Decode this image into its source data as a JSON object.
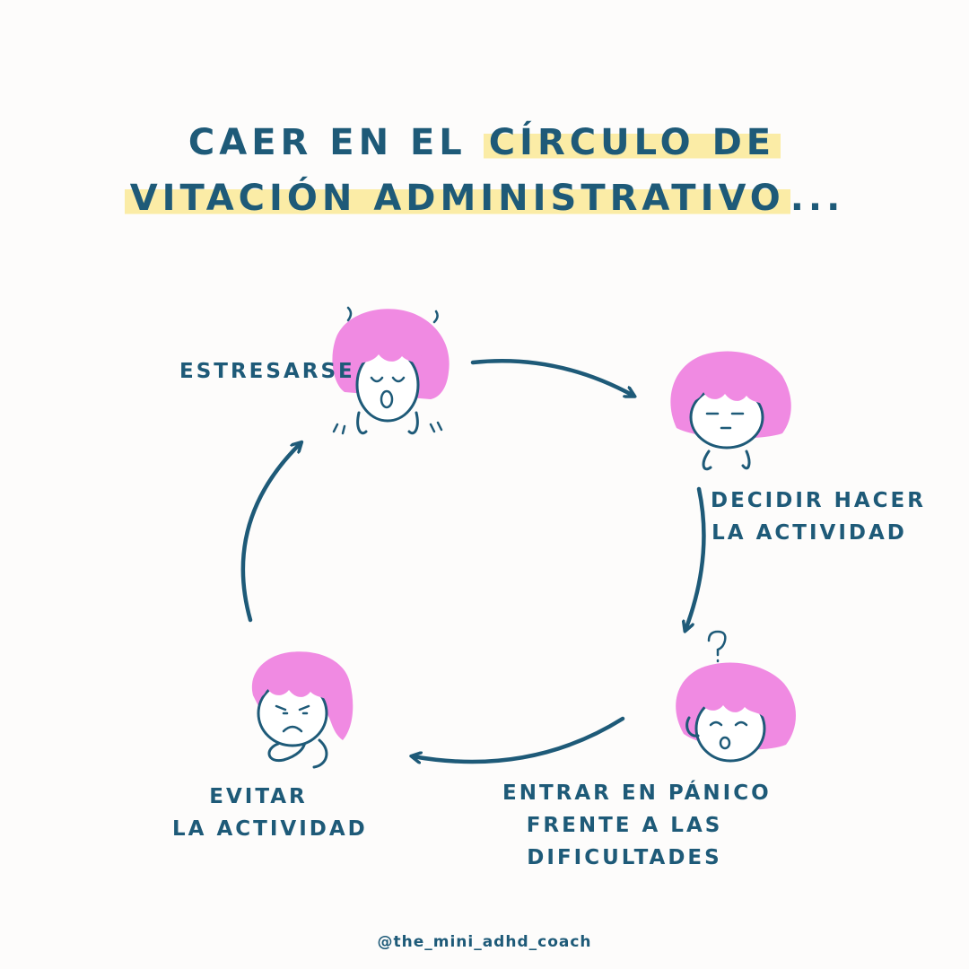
{
  "title": {
    "line1_plain": "Caer en el ",
    "line1_highlight": "círculo de",
    "line2_highlight": "vitación administrativo",
    "line2_suffix": "..."
  },
  "steps": [
    {
      "label_lines": [
        "Estresarse"
      ]
    },
    {
      "label_lines": [
        "Decidir hacer",
        "la actividad"
      ]
    },
    {
      "label_lines": [
        "Entrar en pánico",
        "frente a las",
        "dificultades"
      ]
    },
    {
      "label_lines": [
        "Evitar",
        "la actividad"
      ]
    }
  ],
  "footer": "@the_mini_adhd_coach",
  "colors": {
    "ink": "#1e5a78",
    "hair": "#f08ae2",
    "hair_shadow": "#e870d6",
    "skin": "#ffffff",
    "highlight": "#fbeca6",
    "background": "#fdfcfb"
  }
}
